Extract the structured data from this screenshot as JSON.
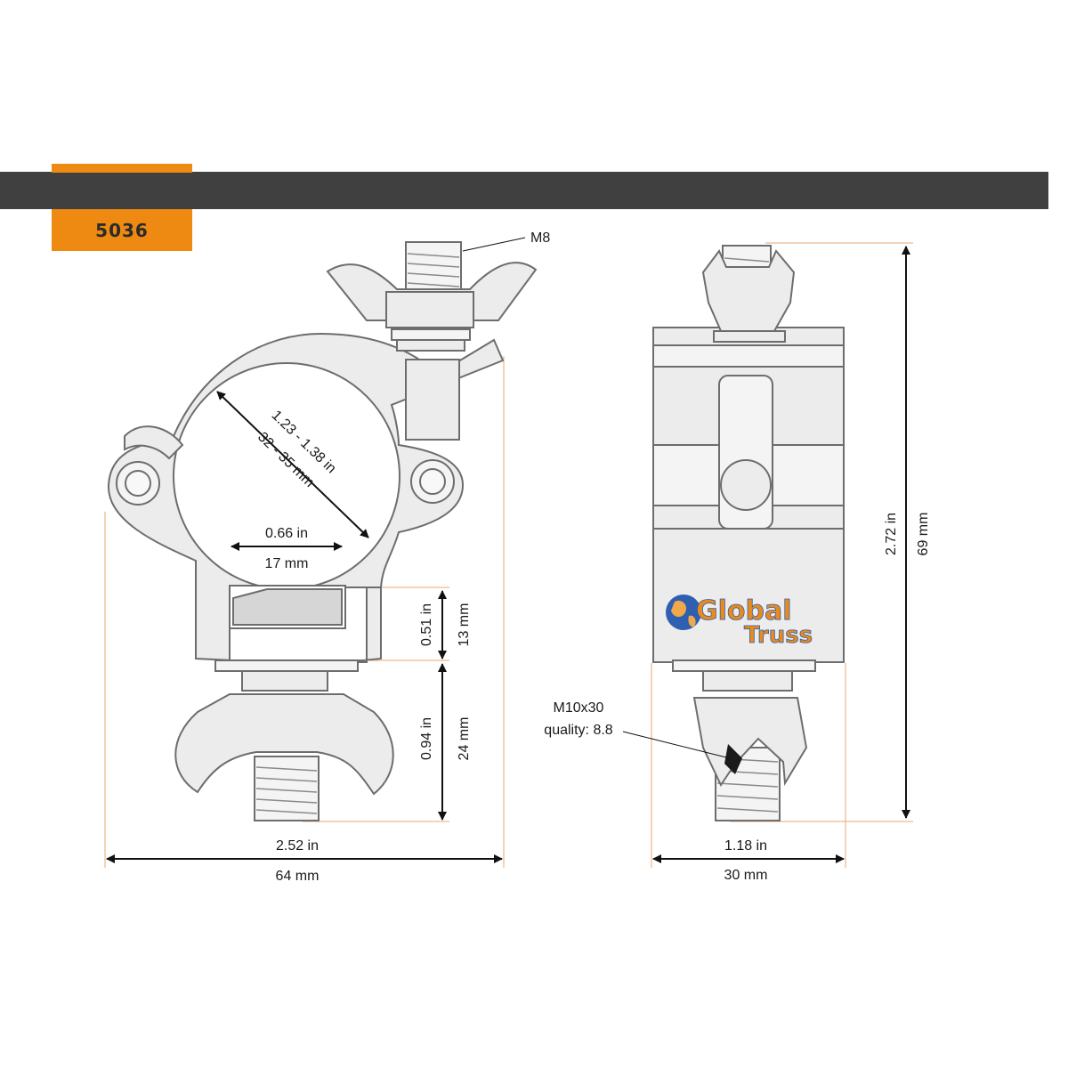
{
  "header": {
    "product_code": "5036"
  },
  "colors": {
    "accent": "#ee8a12",
    "bar": "#404040",
    "logo_blue": "#2f5fb0",
    "logo_orange": "#e98a1c"
  },
  "labels": {
    "bolt_top": "M8",
    "tube_in": "1.23 - 1.38 in",
    "tube_mm": "32 - 35 mm",
    "opening_in": "0.66 in",
    "opening_mm": "17 mm",
    "depth_in": "0.51 in",
    "depth_mm": "13 mm",
    "bolt_in": "0.94 in",
    "bolt_mm": "24 mm",
    "width_in": "2.52 in",
    "width_mm": "64 mm",
    "side_width_in": "1.18 in",
    "side_width_mm": "30 mm",
    "height_in": "2.72 in",
    "height_mm": "69 mm",
    "bolt_bottom_spec": "M10x30",
    "bolt_bottom_quality": "quality: 8.8"
  },
  "logo": {
    "line1": "Global",
    "line2": "Truss",
    "icon": "globe-icon"
  }
}
